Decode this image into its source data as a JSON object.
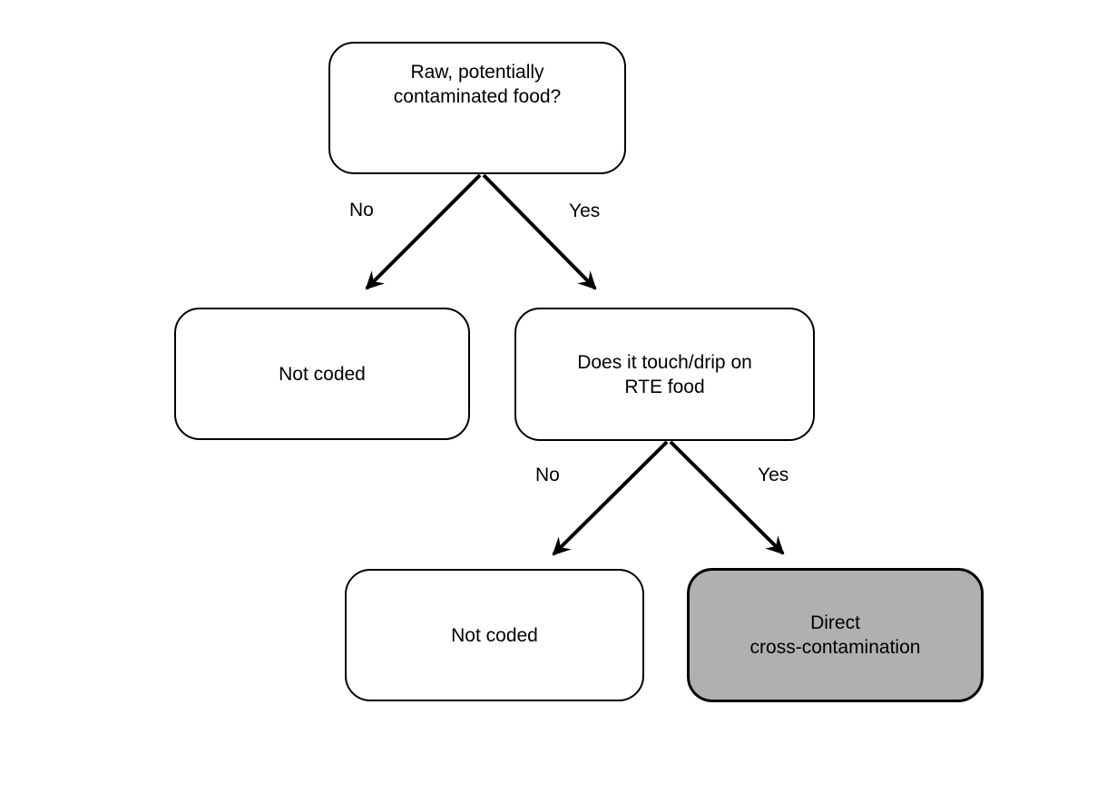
{
  "diagram": {
    "type": "decision-tree",
    "nodes": {
      "root": {
        "text": "Raw, potentially\ncontaminated food?",
        "fill": "#ffffff"
      },
      "not_coded_mid": {
        "text": "Not coded",
        "fill": "#ffffff"
      },
      "touch_drip": {
        "text": "Does it touch/drip on\nRTE food",
        "fill": "#ffffff"
      },
      "not_coded_bottom": {
        "text": "Not coded",
        "fill": "#ffffff"
      },
      "direct_cross_contamination": {
        "text": "Direct\ncross-contamination",
        "fill": "#b0b0b0"
      }
    },
    "edges": [
      {
        "from": "root",
        "to": "not_coded_mid",
        "label": "No"
      },
      {
        "from": "root",
        "to": "touch_drip",
        "label": "Yes"
      },
      {
        "from": "touch_drip",
        "to": "not_coded_bottom",
        "label": "No"
      },
      {
        "from": "touch_drip",
        "to": "direct_cross_contamination",
        "label": "Yes"
      }
    ],
    "colors": {
      "background": "#ffffff",
      "stroke": "#000000",
      "text": "#000000",
      "highlight_fill": "#b0b0b0"
    }
  }
}
